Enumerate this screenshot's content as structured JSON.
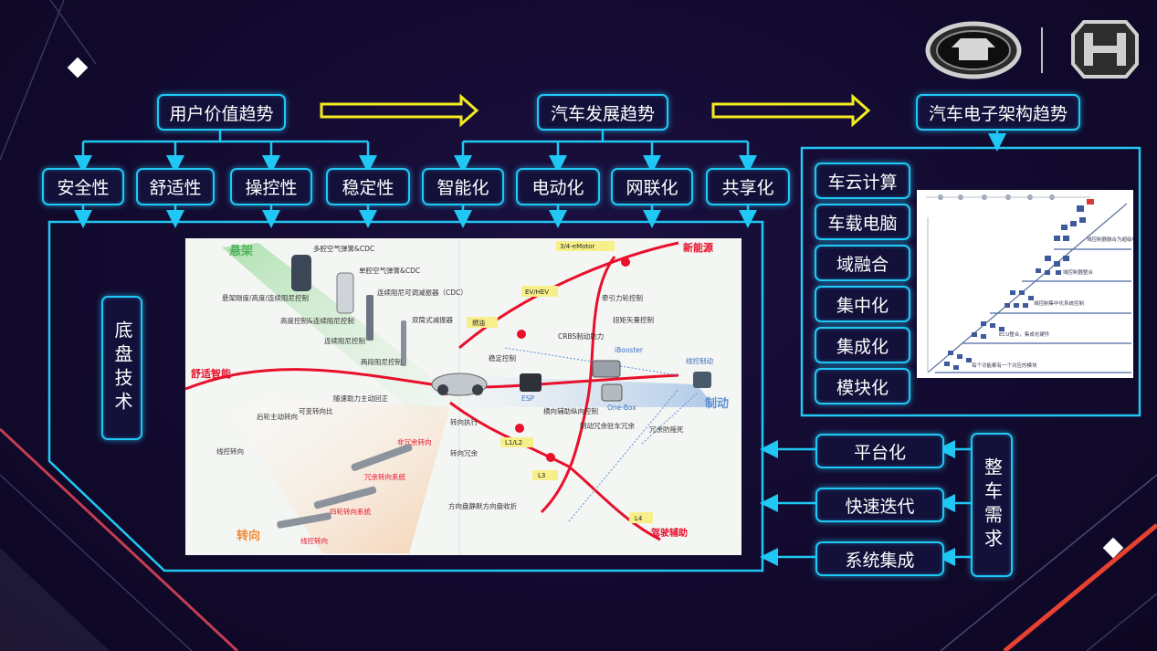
{
  "trend_headers": {
    "user_value": "用户价值趋势",
    "auto_dev": "汽车发展趋势",
    "ee_arch": "汽车电子架构趋势"
  },
  "user_value_items": [
    "安全性",
    "舒适性",
    "操控性",
    "稳定性"
  ],
  "auto_dev_items": [
    "智能化",
    "电动化",
    "网联化",
    "共享化"
  ],
  "chassis_tech": "底盘技术",
  "ee_arch_items": [
    "车云计算",
    "车载电脑",
    "域融合",
    "集中化",
    "集成化",
    "模块化"
  ],
  "vehicle_needs": {
    "label": "整车需求",
    "items": [
      "平台化",
      "快速迭代",
      "系统集成"
    ]
  },
  "chassis_diagram": {
    "zones": {
      "suspension": "悬架",
      "comfort": "舒适智能",
      "steering": "转向",
      "new_energy": "新能源",
      "braking": "制动",
      "driver_assist": "驾驶辅助"
    },
    "badges": {
      "emotor": "3/4-eMotor",
      "evhev": "EV/HEV",
      "fuel": "燃油",
      "l1l2": "L1/L2",
      "l3": "L3",
      "l4": "L4"
    },
    "suspension_products": {
      "multi_chamber": "多腔空气弹簧&CDC",
      "single_chamber": "单腔空气弹簧&CDC",
      "cdc": "连续阻尼可调减振器（CDC）",
      "dual_valve": "双筒式减振器"
    },
    "suspension_features": {
      "stiffness": "悬架刚度/高度/连续阻尼控制",
      "height_ctrl": "高度控制&连续阻尼控制",
      "continuous": "连续阻尼控制",
      "two_stage": "两段阻尼控制"
    },
    "steering_features": {
      "rear_wheel": "后轮主动转向",
      "variable_ratio": "可变转向比",
      "speed_assist": "随速助力主动回正",
      "exec": "转向执行",
      "nonredundant": "非冗余转向",
      "redundant": "转向冗余",
      "redundant_sys": "冗余转向系统",
      "line_control": "线控转向",
      "four_wheel": "四轮转向系统",
      "wire_steer": "线控转向",
      "wheel_fold": "方向盘静默方向盘收折"
    },
    "brake_features": {
      "stability": "稳定控制",
      "esp": "ESP",
      "crbs": "CRBS制动助力",
      "ibooster": "iBooster",
      "traction": "牵引力轮控制",
      "torque_vector": "扭矩矢量控制",
      "wire_brake": "线控制动",
      "onebox": "One-Box",
      "lateral": "横向辅助纵向控制",
      "brake_redundant": "制动冗余驻车冗余",
      "redundant_drag": "冗余防拖死"
    }
  },
  "arch_levels": [
    "域控制器融合为超级电脑",
    "域控制器整合",
    "域控制集中化系统控制",
    "ECU整合，集成化硬件",
    "每个功能都有一个对应的模块"
  ],
  "colors": {
    "neon": "#20c8f5",
    "bg": "#12082c",
    "arrow_yellow": "#f3ec1f",
    "red_line": "#e8102a"
  }
}
